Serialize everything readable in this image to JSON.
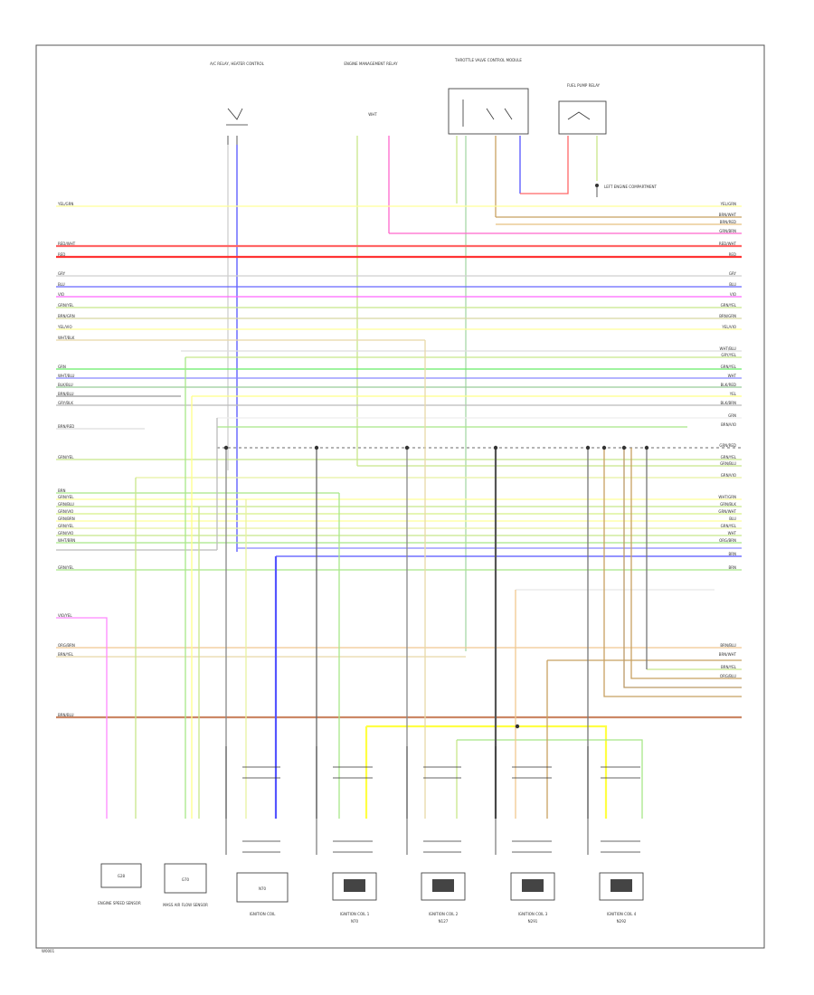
{
  "diagram": {
    "footer_code": "W0001",
    "top_components": [
      {
        "id": "top-a",
        "label": "A/C RELAY, HEATER CONTROL",
        "colors": [
          "#d9d9d9",
          "#5555ff"
        ]
      },
      {
        "id": "top-b",
        "label": "ENGINE MANAGEMENT RELAY",
        "sublabel": "WHT",
        "colors": [
          "#c8e68a",
          "#ff66cc"
        ]
      },
      {
        "id": "top-c",
        "label": "THROTTLE VALVE CONTROL MODULE",
        "colors": [
          "#c8e68a",
          "#a8d8a8",
          "#c8a060",
          "#5555ff"
        ]
      },
      {
        "id": "top-d",
        "label": "FUEL PUMP RELAY",
        "colors": [
          "#ff6666",
          "#c8e68a"
        ]
      }
    ],
    "ground_label": "LEFT ENGINE COMPARTMENT",
    "bus_wires_right_labels": [
      "YEL/GRN",
      "BRN/WHT",
      "BRN/RED",
      "GRN/BRN",
      "RED/WHT",
      "RED",
      "GRY",
      "BLU",
      "VIO",
      "GRN/YEL",
      "BRN/GRN",
      "YEL/VIO",
      "WHT/BLU",
      "GRY/YEL",
      "GRN/YEL",
      "WHT",
      "BLK/RED",
      "YEL",
      "BLK/BRN",
      "GRN",
      "BRN/VIO",
      "GRN/RED",
      "GRN/YEL",
      "GRN/BLU",
      "GRN/VIO",
      "WHT/GRN",
      "GRN/BLK",
      "GRN/WHT",
      "BLU",
      "GRN/YEL",
      "WHT",
      "ORG/BRN",
      "BRN",
      "BRN",
      "BRN/BLU",
      "BRN/WHT",
      "BRN/YEL",
      "ORG/BLU"
    ],
    "left_labels": [
      "YEL/GRN",
      "RED/WHT",
      "RED",
      "GRY",
      "BLU",
      "VIO",
      "GRN/YEL",
      "BRN/GRN",
      "YEL/VIO",
      "WHT/BLK",
      "GRN",
      "WHT/BLU",
      "BLK/BLU",
      "BRN/BLU",
      "GRY/BLK",
      "BRN/RED",
      "GRN/YEL",
      "BRN",
      "GRN/YEL",
      "GRN/BLU",
      "GRN/VIO",
      "GRN/BRN",
      "GRN/YEL",
      "GRN/VIO",
      "WHT/BRN",
      "GRN/YEL",
      "VIO/YEL",
      "ORG/BRN",
      "BRN/YEL",
      "BRN/BLU"
    ],
    "bottom_components": [
      {
        "id": "bot-1",
        "label": "ENGINE SPEED SENSOR",
        "code": "G28"
      },
      {
        "id": "bot-2",
        "label": "MASS AIR FLOW SENSOR",
        "code": "G70"
      },
      {
        "id": "bot-3",
        "label": "IGNITION COIL",
        "code": "N70"
      },
      {
        "id": "bot-4",
        "label": "IGNITION COIL 1",
        "code": "N70"
      },
      {
        "id": "bot-5",
        "label": "IGNITION COIL 2",
        "code": "N127"
      },
      {
        "id": "bot-6",
        "label": "IGNITION COIL 3",
        "code": "N291"
      },
      {
        "id": "bot-7",
        "label": "IGNITION COIL 4",
        "code": "N292"
      }
    ]
  }
}
